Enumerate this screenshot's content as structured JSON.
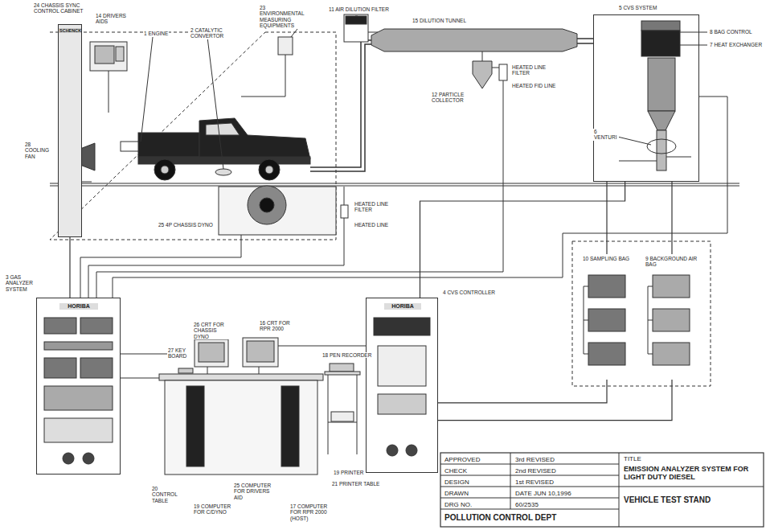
{
  "diagram": {
    "nodes": [
      {
        "text": [
          "24 CHASSIS SYNC CONTROL CABINET",
          "SCHENCK"
        ]
      },
      {
        "text": [
          "5 CVS SYSTEM"
        ]
      },
      {
        "text": [
          "3 GAS ANALYZER SYSTEM",
          "HORIBA"
        ]
      },
      {
        "text": [
          "4 CVS CONTROLLER",
          "HORIBA"
        ]
      },
      {
        "text": [
          "10 SAMPLING BAG"
        ]
      },
      {
        "text": [
          "9 BACKGROUND AIR BAG"
        ]
      }
    ],
    "edges": [
      {
        "from": 3,
        "to": 1,
        "arrow": "none"
      },
      {
        "from": 4,
        "to": 1,
        "arrow": "none"
      },
      {
        "from": 5,
        "to": 1,
        "arrow": "none"
      },
      {
        "from": 3,
        "to": 4,
        "arrow": "none"
      },
      {
        "from": 3,
        "to": 5,
        "arrow": "none"
      },
      {
        "from": 2,
        "to": 0,
        "arrow": "none"
      }
    ],
    "labels": [
      "14 DRIVERS AIDS",
      "1 ENGINE",
      "2 CATALYTIC CONVERTOR",
      "23 ENVIRONMENTAL MEASURING EQUIPMENTS",
      "11 AIR DILUTION FILTER",
      "15 DILUTION TUNNEL",
      "8 BAG CONTROL",
      "7 HEAT EXCHANGER",
      "6 VENTURI",
      "HEATED LINE FILTER",
      "HEATED FID LINE",
      "12 PARTICLE COLLECTOR",
      "28 COOLING FAN",
      "25 4P CHASSIS DYNO",
      "HEATED LINE FILTER",
      "HEATED LINE",
      "26 CRT FOR CHASSIS DYNO",
      "16 CRT FOR RPR 2000",
      "27 KEY BOARD",
      "18 PEN RECORDER",
      "20 CONTROL TABLE",
      "19 COMPUTER FOR C/DYNO",
      "25 COMPUTER FOR DRIVERS AID",
      "17 COMPUTER FOR RPR 2000 (HOST)",
      "19 PRINTER",
      "21 PRINTER TABLE",
      "APPROVED",
      "3rd REVISED",
      "CHECK",
      "2nd REVISED",
      "DESIGN",
      "1st REVISED",
      "DRAWN",
      "DATE JUN 10,1996",
      "DRG NO.",
      "60/2535",
      "POLLUTION CONTROL DEPT",
      "TITLE",
      "EMISSION ANALYZER SYSTEM FOR LIGHT DUTY DIESEL",
      "VEHICLE TEST STAND"
    ]
  }
}
